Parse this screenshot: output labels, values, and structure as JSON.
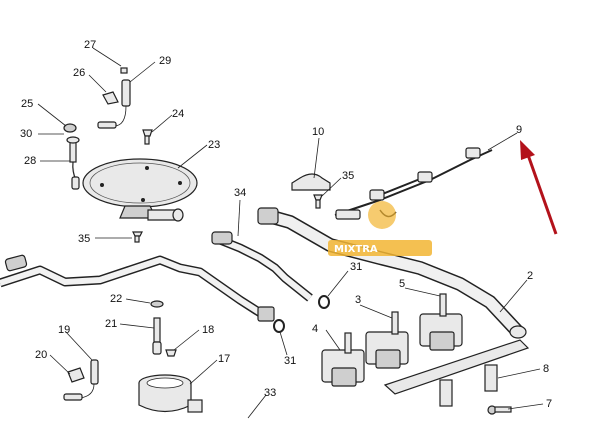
{
  "diagram": {
    "callouts": [
      {
        "id": "c27",
        "text": "27"
      },
      {
        "id": "c29",
        "text": "29"
      },
      {
        "id": "c26",
        "text": "26"
      },
      {
        "id": "c25",
        "text": "25"
      },
      {
        "id": "c24",
        "text": "24"
      },
      {
        "id": "c30",
        "text": "30"
      },
      {
        "id": "c28",
        "text": "28"
      },
      {
        "id": "c23",
        "text": "23"
      },
      {
        "id": "c10",
        "text": "10"
      },
      {
        "id": "c9",
        "text": "9"
      },
      {
        "id": "c35a",
        "text": "35"
      },
      {
        "id": "c34",
        "text": "34"
      },
      {
        "id": "c35b",
        "text": "35"
      },
      {
        "id": "c31a",
        "text": "31"
      },
      {
        "id": "c2",
        "text": "2"
      },
      {
        "id": "c5",
        "text": "5"
      },
      {
        "id": "c3",
        "text": "3"
      },
      {
        "id": "c22",
        "text": "22"
      },
      {
        "id": "c21",
        "text": "21"
      },
      {
        "id": "c18",
        "text": "18"
      },
      {
        "id": "c19",
        "text": "19"
      },
      {
        "id": "c20",
        "text": "20"
      },
      {
        "id": "c17",
        "text": "17"
      },
      {
        "id": "c4",
        "text": "4"
      },
      {
        "id": "c31b",
        "text": "31"
      },
      {
        "id": "c8",
        "text": "8"
      },
      {
        "id": "c7",
        "text": "7"
      },
      {
        "id": "c33",
        "text": "33"
      }
    ],
    "watermark": "MIXTRA",
    "highlight_arrow_color": "#b3121b",
    "watermark_color": "#f2b532"
  }
}
